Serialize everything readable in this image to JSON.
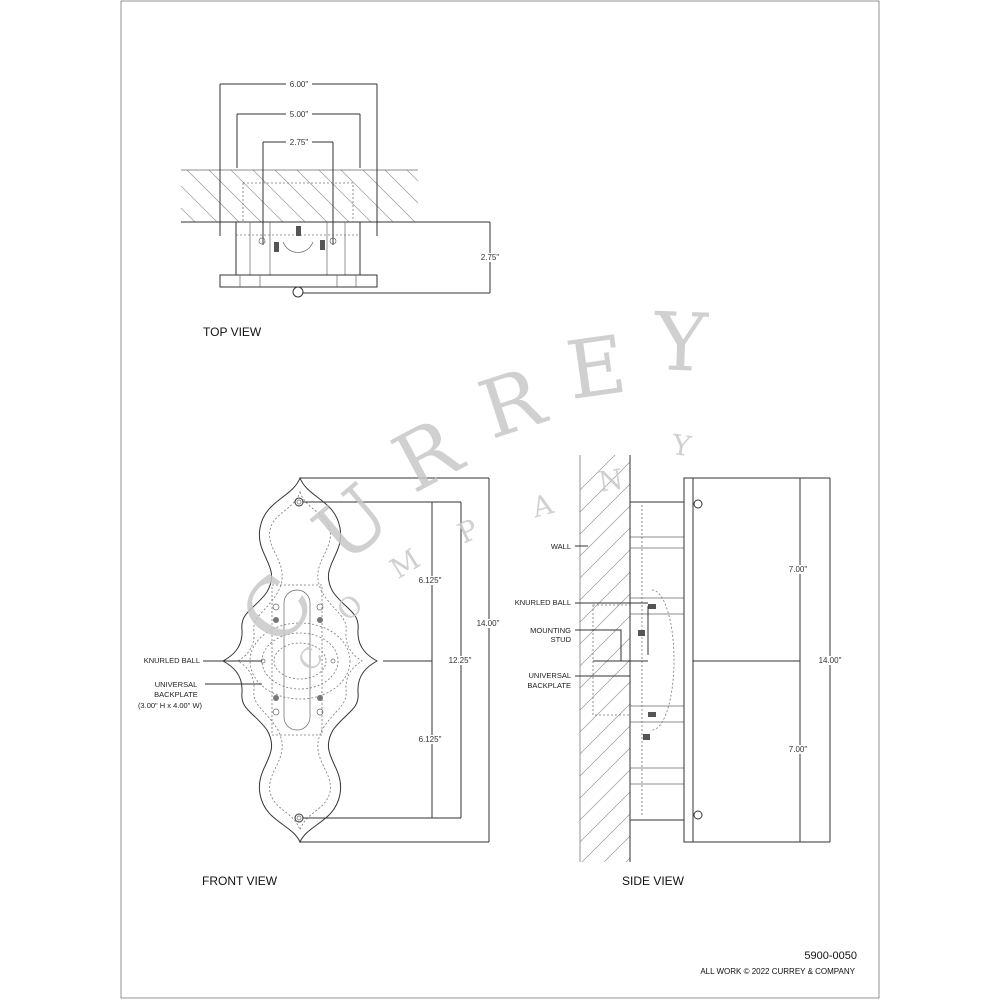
{
  "views": {
    "top": {
      "title": "TOP VIEW",
      "dims": {
        "overall_width": "6.00\"",
        "mid_width": "5.00\"",
        "inner_width": "2.75\"",
        "depth": "2.75\""
      }
    },
    "front": {
      "title": "FRONT VIEW",
      "dims": {
        "upper_half": "6.125\"",
        "lower_half": "6.125\"",
        "hole_spacing": "12.25\"",
        "overall_height": "14.00\""
      },
      "labels": {
        "knurled_ball": "KNURLED BALL",
        "backplate_line1": "UNIVERSAL",
        "backplate_line2": "BACKPLATE",
        "backplate_size": "(3.00\" H x 4.00\" W)"
      }
    },
    "side": {
      "title": "SIDE VIEW",
      "dims": {
        "upper_half": "7.00\"",
        "lower_half": "7.00\"",
        "overall_height": "14.00\""
      },
      "labels": {
        "wall": "WALL",
        "knurled_ball": "KNURLED BALL",
        "stud_line1": "MOUNTING",
        "stud_line2": "STUD",
        "backplate_line1": "UNIVERSAL",
        "backplate_line2": "BACKPLATE"
      }
    }
  },
  "watermark": {
    "brand": "CURREY",
    "sub": "COMPANY"
  },
  "footer": {
    "part_number": "5900-0050",
    "copyright": "ALL WORK © 2022 CURREY & COMPANY"
  }
}
